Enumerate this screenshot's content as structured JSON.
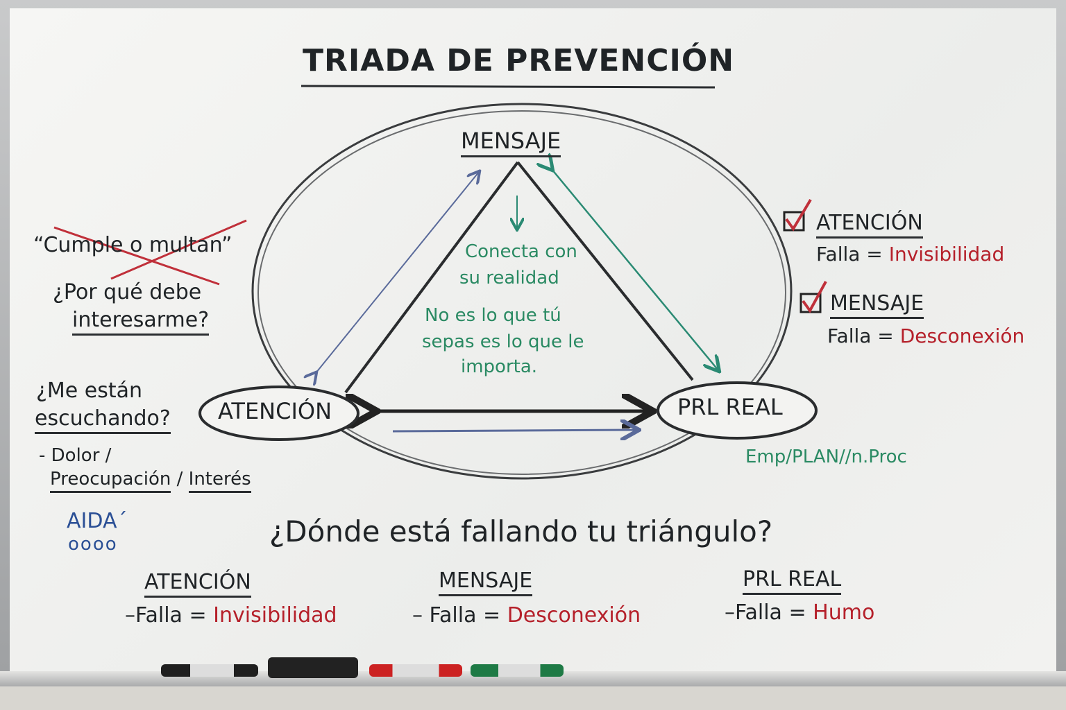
{
  "title": "TRIADA DE PREVENCIÓN",
  "triangle": {
    "top": "MENSAJE",
    "left": "ATENCIÓN",
    "right": "PRL REAL",
    "center_line1": "Conecta con",
    "center_line2": "su realidad",
    "center_line3": "No es lo que tú",
    "center_line4": "sepas es lo que le",
    "center_line5": "importa.",
    "right_note": "Emp/PLAN//n.Proc"
  },
  "left_notes": {
    "crossed": "“Cumple o multan”",
    "q1_line1": "¿Por qué debe",
    "q1_line2": "interesarme?",
    "q2_line1": "¿Me están",
    "q2_line2": "escuchando?",
    "list1": "- Dolor /",
    "list2a": "Preocupación",
    "list2sep": "/",
    "list2b": "Interés",
    "aida": "AIDA´",
    "aida_dots": "oooo"
  },
  "right_checklist": [
    {
      "label": "ATENCIÓN",
      "prefix": "Falla =",
      "failure": "Invisibilidad"
    },
    {
      "label": "MENSAJE",
      "prefix": "Falla =",
      "failure": "Desconexión"
    }
  ],
  "question": "¿Dónde está fallando tu triángulo?",
  "bottom": [
    {
      "label": "ATENCIÓN",
      "prefix": "–Falla =",
      "failure": "Invisibilidad"
    },
    {
      "label": "MENSAJE",
      "prefix": "– Falla =",
      "failure": "Desconexión"
    },
    {
      "label": "PRL REAL",
      "prefix": "–Falla =",
      "failure": "Humo"
    }
  ],
  "colors": {
    "black": "#1f2326",
    "red": "#b5202a",
    "green": "#2a8a63",
    "blue": "#2a4f95"
  }
}
